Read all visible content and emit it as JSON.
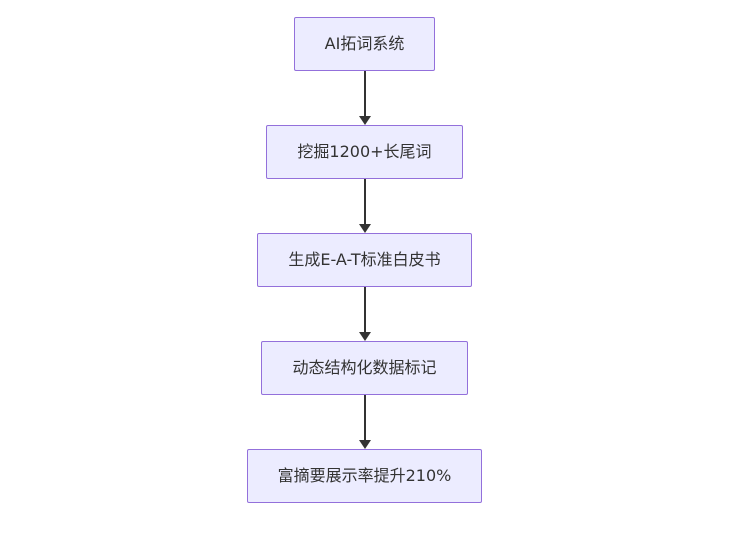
{
  "diagram": {
    "type": "flowchart",
    "direction": "top-down",
    "nodes": [
      {
        "id": "n1",
        "label": "AI拓词系统"
      },
      {
        "id": "n2",
        "label": "挖掘1200+长尾词"
      },
      {
        "id": "n3",
        "label": "生成E-A-T标准白皮书"
      },
      {
        "id": "n4",
        "label": "动态结构化数据标记"
      },
      {
        "id": "n5",
        "label": "富摘要展示率提升210%"
      }
    ],
    "edges": [
      {
        "from": "n1",
        "to": "n2"
      },
      {
        "from": "n2",
        "to": "n3"
      },
      {
        "from": "n3",
        "to": "n4"
      },
      {
        "from": "n4",
        "to": "n5"
      }
    ],
    "colors": {
      "node_fill": "#ECECFF",
      "node_border": "#9370DB",
      "arrow": "#333333",
      "text": "#333333",
      "background": "#ffffff"
    }
  }
}
